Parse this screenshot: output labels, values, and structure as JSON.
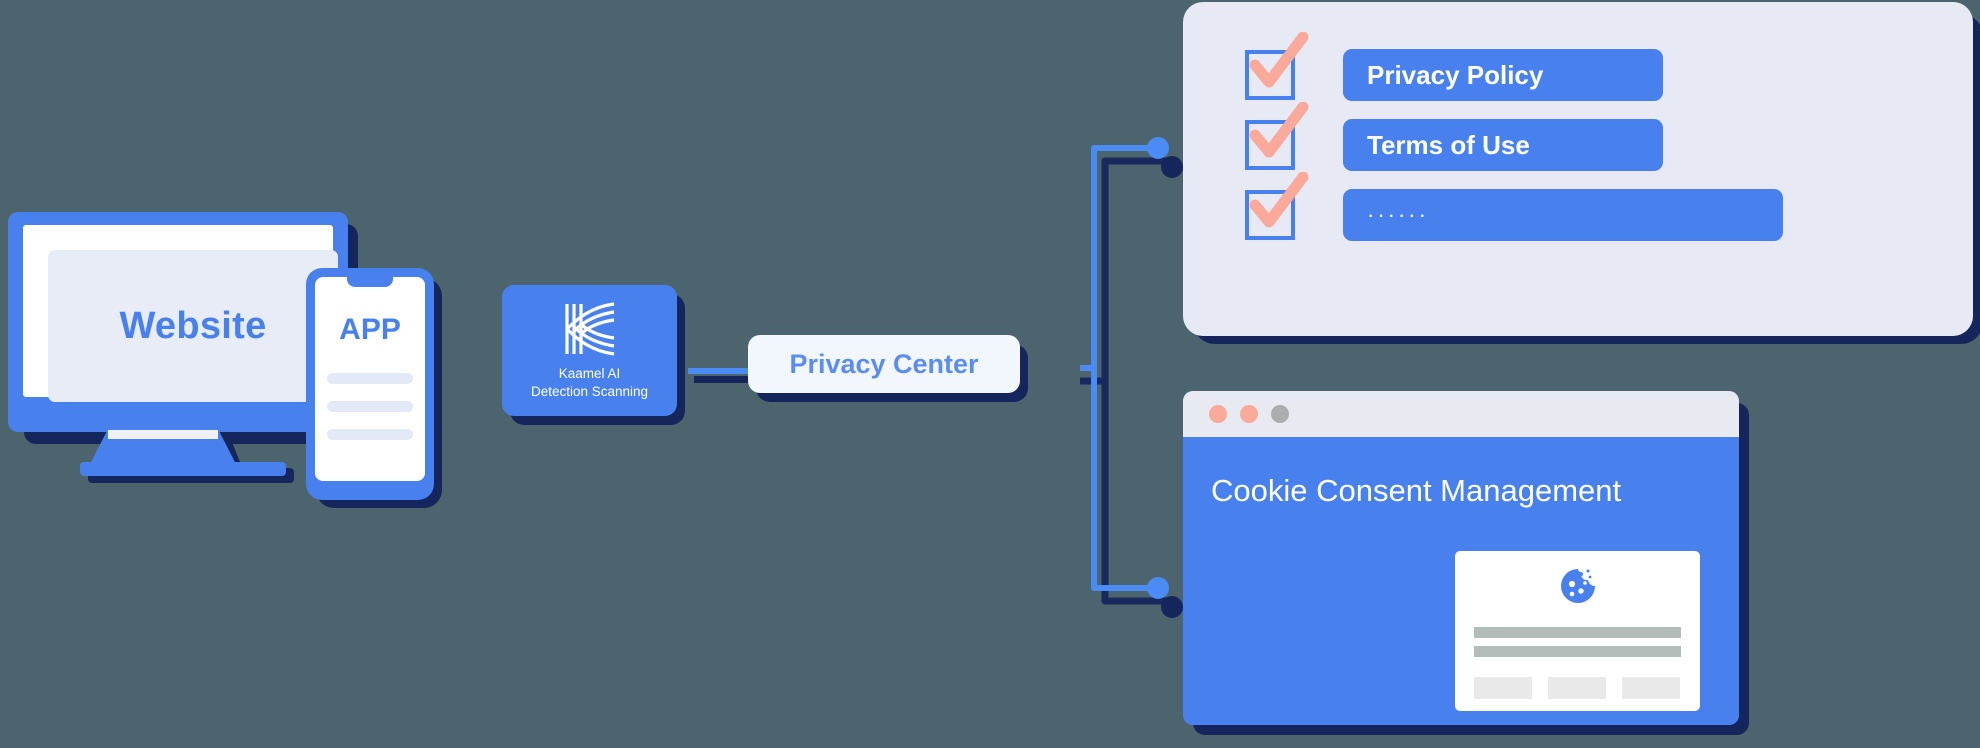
{
  "diagram": {
    "title": "Kaamel AI Privacy Center Flow",
    "background_color": "#4c646e",
    "accent_blue": "#4880ee",
    "shadow_navy": "#15265c",
    "check_salmon": "#fba99a"
  },
  "sources": {
    "monitor": {
      "label": "Website",
      "icon": "desktop-monitor-icon"
    },
    "phone": {
      "label": "APP",
      "icon": "mobile-phone-icon",
      "content_lines": 3
    }
  },
  "scanner": {
    "logo_name": "kaamel-logo-icon",
    "line1": "Kaamel AI",
    "line2": "Detection Scanning"
  },
  "hub": {
    "label": "Privacy Center"
  },
  "connectors": {
    "left_link_name": "connector-scanner-to-hub",
    "bracket_name": "connector-bracket",
    "endpoint_top_name": "connector-endpoint-top",
    "endpoint_bottom_name": "connector-endpoint-bottom"
  },
  "documents_panel": {
    "name": "legal-documents-panel",
    "rows": [
      {
        "checked": true,
        "label": "Privacy Policy",
        "width_class": "w1"
      },
      {
        "checked": true,
        "label": "Terms of Use",
        "width_class": "w2"
      },
      {
        "checked": true,
        "label": "······",
        "width_class": "w3"
      }
    ]
  },
  "cookie_window": {
    "name": "cookie-consent-window",
    "heading": "Cookie Consent Management",
    "traffic_lights": [
      {
        "name": "window-close-dot",
        "color": "#fba99a"
      },
      {
        "name": "window-minimize-dot",
        "color": "#fba99a"
      },
      {
        "name": "window-maximize-dot",
        "color": "#a9aeac"
      }
    ],
    "banner": {
      "icon": "cookie-icon",
      "text_bars": 2,
      "buttons": 3
    }
  }
}
